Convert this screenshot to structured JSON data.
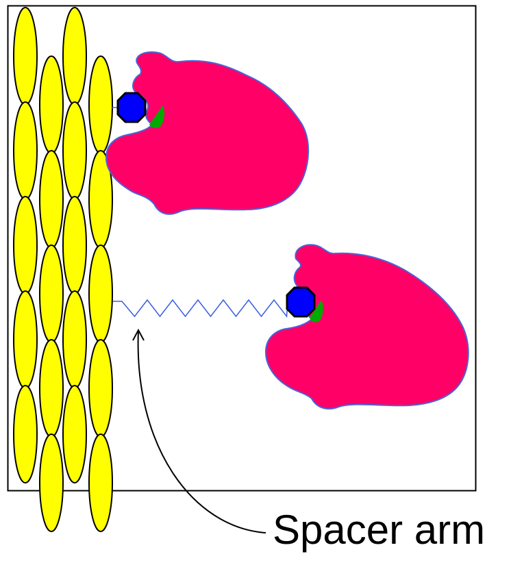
{
  "caption": {
    "label": "Spacer arm"
  },
  "colors": {
    "bead_fill": "#ffff00",
    "enzyme_fill": "#ff0066",
    "enzyme_outline": "#4a64d8",
    "ligand_fill": "#0000ff",
    "binding_site_fill": "#00aa00",
    "linker_stroke": "#3a5ee0"
  },
  "icons": {
    "support": "stacked-yellow-beads",
    "enzyme": "pink-blob-enzyme",
    "ligand": "blue-octagon-ligand",
    "spacer": "zigzag-spacer-arm",
    "arrow": "curved-arrow"
  }
}
